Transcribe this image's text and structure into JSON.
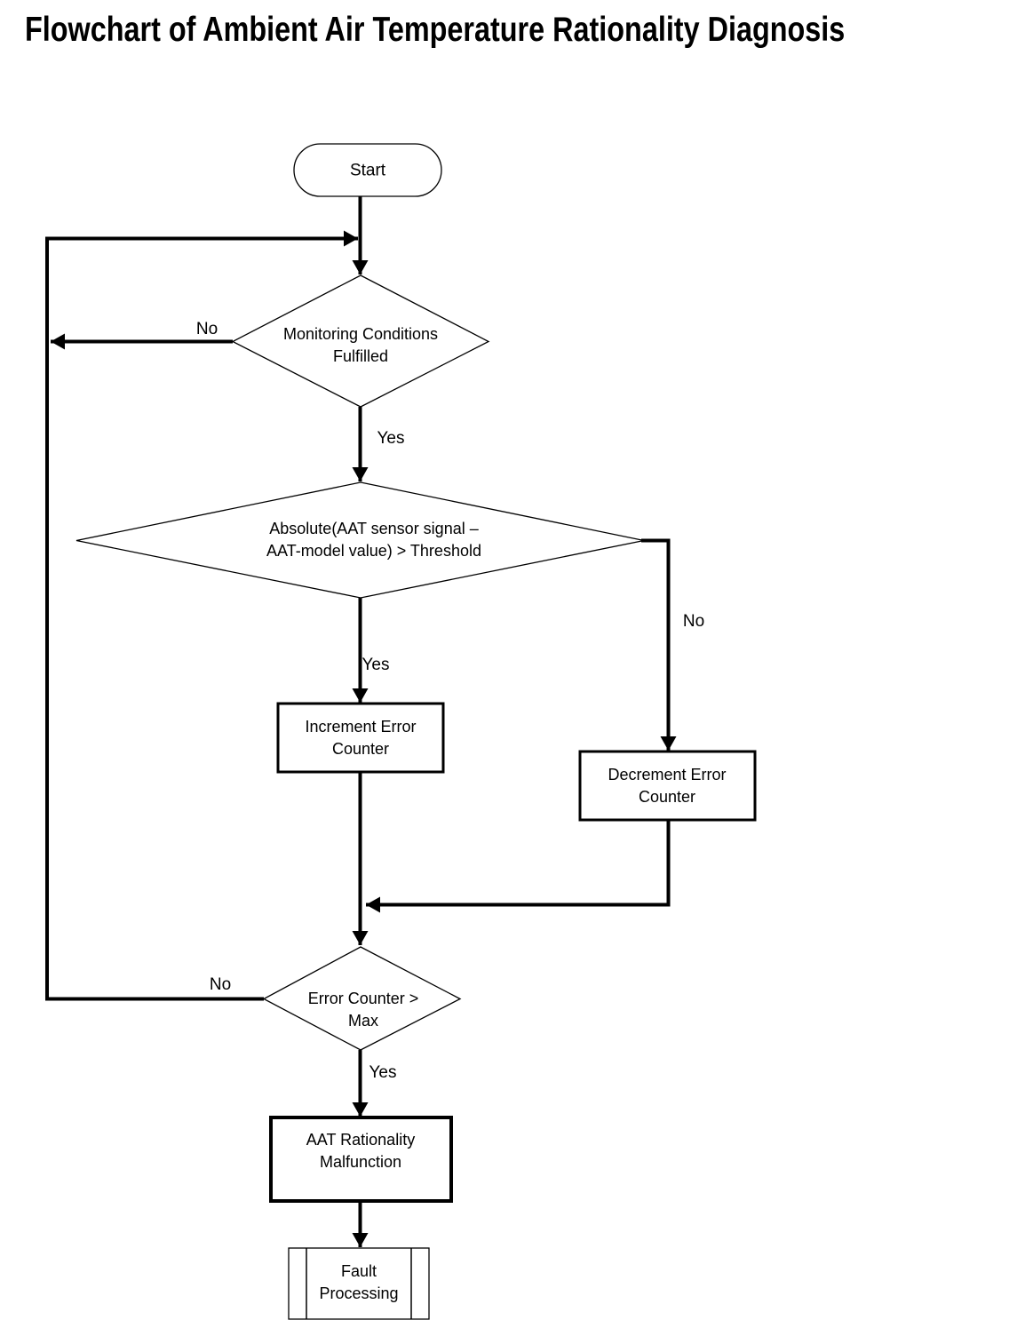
{
  "title": "Flowchart of Ambient Air Temperature Rationality Diagnosis",
  "nodes": {
    "start": {
      "type": "terminator",
      "label": "Start"
    },
    "monitoring": {
      "type": "decision",
      "label": "Monitoring Conditions\nFulfilled"
    },
    "threshold": {
      "type": "decision",
      "label": "Absolute(AAT sensor signal –\nAAT-model value) > Threshold"
    },
    "increment": {
      "type": "process",
      "label": "Increment Error\nCounter"
    },
    "decrement": {
      "type": "process",
      "label": "Decrement Error\nCounter"
    },
    "counter_max": {
      "type": "decision",
      "label": "Error Counter >\nMax"
    },
    "malfunction": {
      "type": "process",
      "label": "AAT Rationality\nMalfunction"
    },
    "fault": {
      "type": "predefined_process",
      "label": "Fault\nProcessing"
    }
  },
  "edge_labels": {
    "monitoring_no": "No",
    "monitoring_yes": "Yes",
    "threshold_yes": "Yes",
    "threshold_no": "No",
    "counter_max_no": "No",
    "counter_max_yes": "Yes"
  },
  "colors": {
    "ink": "#000000",
    "background": "#ffffff"
  }
}
